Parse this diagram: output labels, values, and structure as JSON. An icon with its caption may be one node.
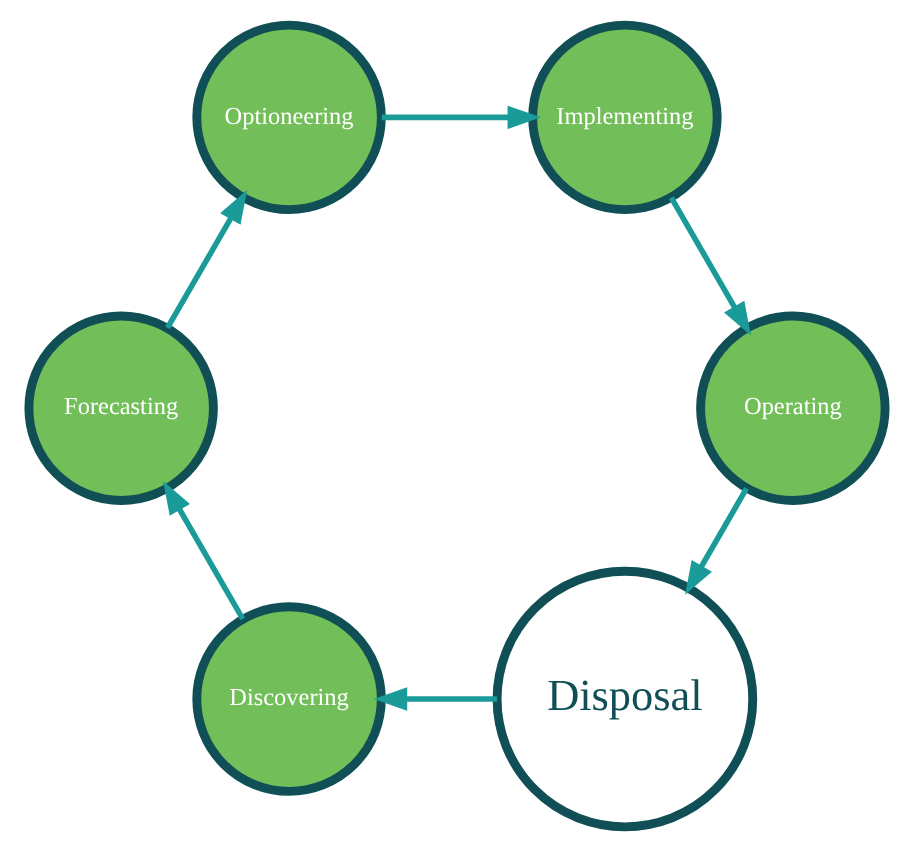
{
  "diagram": {
    "nodes": [
      {
        "text": [
          "Disposal"
        ]
      },
      {
        "text": [
          "Discovering"
        ]
      },
      {
        "text": [
          "Forecasting"
        ]
      },
      {
        "text": [
          "Optioneering"
        ]
      },
      {
        "text": [
          "Implementing"
        ]
      },
      {
        "text": [
          "Operating"
        ]
      }
    ],
    "edges": [
      {
        "from": 0,
        "to": 1,
        "arrow": "to"
      },
      {
        "from": 1,
        "to": 2,
        "arrow": "to"
      },
      {
        "from": 2,
        "to": 3,
        "arrow": "to"
      },
      {
        "from": 3,
        "to": 4,
        "arrow": "to"
      },
      {
        "from": 4,
        "to": 5,
        "arrow": "to"
      },
      {
        "from": 5,
        "to": 0,
        "arrow": "to"
      }
    ]
  }
}
